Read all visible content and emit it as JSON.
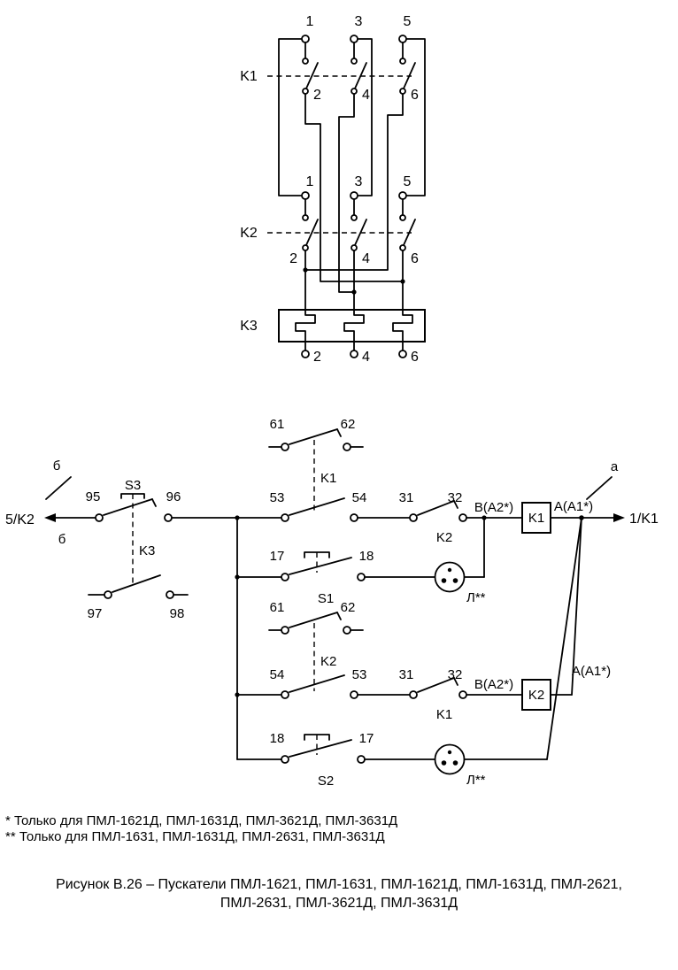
{
  "power": {
    "k1": {
      "label": "K1",
      "top": [
        "1",
        "3",
        "5"
      ],
      "bottom": [
        "2",
        "4",
        "6"
      ]
    },
    "k2": {
      "label": "K2",
      "top": [
        "1",
        "3",
        "5"
      ],
      "bottom": [
        "2",
        "4",
        "6"
      ]
    },
    "k3": {
      "label": "K3",
      "outputs": [
        "2",
        "4",
        "6"
      ]
    }
  },
  "control": {
    "left_terminal": "5/K2",
    "right_terminal": "1/K1",
    "wire_marks": {
      "b_top": "б",
      "b_bottom": "б",
      "a": "а"
    },
    "thermal": {
      "t95": "95",
      "s3": "S3",
      "t96": "96",
      "k3": "K3",
      "t97": "97",
      "t98": "98"
    },
    "circuit1": {
      "t61": "61",
      "t62": "62",
      "aux": "K1",
      "tl": "53",
      "tr": "54",
      "t31": "31",
      "t32": "32",
      "interlock": "K2",
      "coil_in": "B(A2*)",
      "coil": "K1",
      "coil_out": "A(A1*)",
      "btn_l": "17",
      "btn_r": "18",
      "button": "S1",
      "lamp": "Л**"
    },
    "circuit2": {
      "t61": "61",
      "t62": "62",
      "aux": "K2",
      "tl": "54",
      "tr": "53",
      "t31": "31",
      "t32": "32",
      "interlock": "K1",
      "coil_in": "B(A2*)",
      "coil": "K2",
      "coil_out": "A(A1*)",
      "btn_l": "18",
      "btn_r": "17",
      "button": "S2",
      "lamp": "Л**"
    }
  },
  "footnotes": [
    "* Только для ПМЛ-1621Д, ПМЛ-1631Д, ПМЛ-3621Д, ПМЛ-3631Д",
    "** Только для ПМЛ-1631, ПМЛ-1631Д, ПМЛ-2631, ПМЛ-3631Д"
  ],
  "caption": {
    "line1": "Рисунок В.26 – Пускатели ПМЛ-1621, ПМЛ-1631, ПМЛ-1621Д, ПМЛ-1631Д, ПМЛ-2621,",
    "line2": "ПМЛ-2631, ПМЛ-3621Д, ПМЛ-3631Д"
  }
}
